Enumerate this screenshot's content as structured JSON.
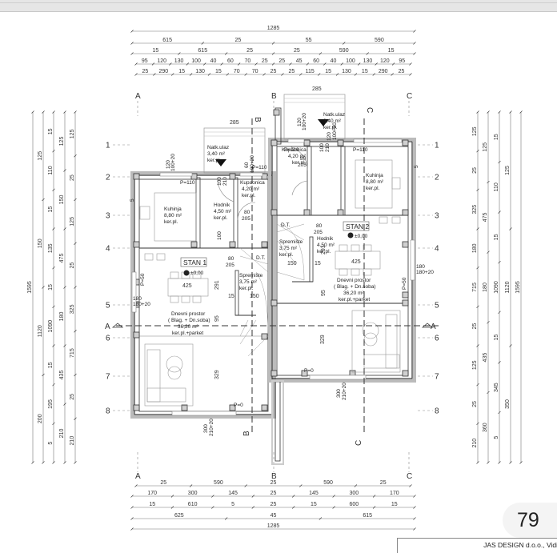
{
  "document": {
    "page_number": "79",
    "footer_company": "JAS DESIGN d.o.o., Vidi"
  },
  "grid": {
    "columns": [
      "A",
      "B",
      "C"
    ],
    "rows": [
      "1",
      "2",
      "3",
      "4",
      "5",
      "6",
      "7",
      "8"
    ],
    "sections": [
      "A",
      "B",
      "C"
    ]
  },
  "top_dimensions": {
    "row1": [
      "1285"
    ],
    "row2": [
      "615",
      "25",
      "55",
      "590"
    ],
    "row3": [
      "15",
      "615",
      "25",
      "25",
      "590",
      "15"
    ],
    "row4": [
      "95",
      "120",
      "130",
      "100",
      "40",
      "60",
      "70",
      "25",
      "25",
      "45",
      "60",
      "40",
      "100",
      "130",
      "120",
      "95"
    ],
    "row5": [
      "25",
      "290",
      "15",
      "130",
      "15",
      "70",
      "70",
      "25",
      "25",
      "115",
      "15",
      "130",
      "15",
      "290",
      "25"
    ]
  },
  "bottom_dimensions": {
    "row1": [
      "25",
      "590",
      "25",
      "590",
      "25"
    ],
    "row2": [
      "170",
      "300",
      "145",
      "25",
      "145",
      "300",
      "170"
    ],
    "row3": [
      "15",
      "610",
      "5",
      "25",
      "15",
      "600",
      "15"
    ],
    "row4": [
      "625",
      "45",
      "615"
    ],
    "row5": [
      "1285"
    ]
  },
  "left_dimensions": {
    "col1": [
      "1595"
    ],
    "col2": [
      "125",
      "150",
      "1120",
      "200"
    ],
    "col3": [
      "15",
      "110",
      "15",
      "135",
      "15",
      "1090",
      "15",
      "195",
      "5"
    ],
    "col4": [
      "125",
      "150",
      "475",
      "180",
      "435",
      "210"
    ],
    "col5": [
      "125",
      "25",
      "125",
      "25",
      "325",
      "715",
      "25",
      "210"
    ]
  },
  "right_dimensions": {
    "col1": [
      "125",
      "25",
      "325",
      "180",
      "715",
      "25",
      "125",
      "25",
      "210"
    ],
    "col2": [
      "125",
      "475",
      "180",
      "435",
      "360"
    ],
    "col3": [
      "15",
      "110",
      "15",
      "1090",
      "15",
      "345",
      "5"
    ],
    "col4": [
      "125",
      "1120",
      "350"
    ],
    "col5": [
      "1595"
    ]
  },
  "entrances": [
    {
      "name": "Natk.ulaz",
      "area": "3,40 m²",
      "floor": "ker.pl.",
      "width_dim": "285"
    },
    {
      "name": "Natk.ulaz",
      "area": "3,40 m²",
      "floor": "ker.pl.",
      "width_dim": "285"
    }
  ],
  "apartments": [
    {
      "label": "STAN 1",
      "level": "±0,00",
      "rooms": [
        {
          "name": "Kuhinja",
          "area": "8,80 m²",
          "floor": "ker.pl."
        },
        {
          "name": "Hodnik",
          "area": "4,50 m²",
          "floor": "ker.pl."
        },
        {
          "name": "Kupaonica",
          "area": "4,20 m²",
          "floor": "ker.pl."
        },
        {
          "name": "Spremište",
          "area": "3,75 m²",
          "floor": "ker.pl."
        },
        {
          "name": "Dnevni prostor",
          "sub": "( Blag. + Dn.soba)",
          "area": "36,20 m²",
          "floor": "ker.pl.+parket"
        }
      ]
    },
    {
      "label": "STAN 2",
      "level": "±0,00",
      "rooms": [
        {
          "name": "Kuhinja",
          "area": "8,80 m²",
          "floor": "ker.pl."
        },
        {
          "name": "Hodnik",
          "area": "4,50 m²",
          "floor": "ker.pl."
        },
        {
          "name": "Kupaonica",
          "area": "4,20 m²",
          "floor": "ker.pl."
        },
        {
          "name": "Spremište",
          "area": "3,75 m²",
          "floor": "ker.pl."
        },
        {
          "name": "Dnevni prostor",
          "sub": "( Blag. + Dn.soba)",
          "area": "36,20 m²",
          "floor": "ker.pl.+parket"
        }
      ]
    }
  ],
  "annotations": {
    "p110": "P=110",
    "p0": "P=0",
    "p50": "P=50",
    "dt": "D.T.",
    "door_80": "80",
    "door_205": "205",
    "win_120": "120",
    "win_100_20": "100+20",
    "door_100": "100",
    "door_210": "210",
    "win_180": "180",
    "win_180_20": "180+20",
    "win_300": "300",
    "win_210_20": "210+20",
    "d_425": "425",
    "d_291": "291",
    "d_150": "150",
    "d_15": "15",
    "d_95": "95",
    "d_329": "329",
    "d_25": "25",
    "d_5": "5",
    "d_60": "60"
  }
}
